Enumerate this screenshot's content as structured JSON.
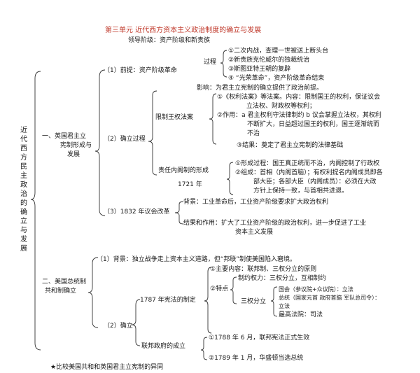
{
  "title": "第三单元  近代西方资本主义政治制度的确立与发展",
  "left_vertical": "近代西方民主政治的确立与发展",
  "s1": {
    "label_l1": "一、英国君主立",
    "label_l2": "宪制形成与",
    "label_l3": "发展",
    "premise_label": "（1）前提：资产阶级革命",
    "leaders": "领导阶级：资产阶级和新贵族",
    "process_label": "过程",
    "process": [
      "①二次内战，查理一世被送上断头台",
      "②新贵族克伦威尔的独裁统治",
      "③斯图亚特王朝的复辟",
      "④ “光荣革命”，资产阶级革命结束"
    ],
    "influence": "影响：为君主立宪制的确立提供了政治前提。",
    "establish_label": "（2）确立过程",
    "limit_label": "限制王权法案",
    "bill_l1": "①《权利法案》等法案。内容：限制国王的权利，保证议会",
    "bill_l2": "立法权、财政权等权利；",
    "bill_l3": "②作用：a 君主权利守法律制约 b 议会掌握立法权，其权利",
    "bill_l4": "不断扩大，日益超过国王的权利，国王逐渐统而",
    "bill_l5": "不治",
    "bill_l6": "③结果：奠定了君主立宪制的法律基础",
    "cabinet_label": "责任内阁制的形成",
    "cabinet_year": "1721 年",
    "cab_l1": "①形成过程：国王真正统而不治，内阁控制了行政权",
    "cab_l2": "②组成：首相（内阁首脑）；有权利提名内阁成员即各",
    "cab_l3": "部大臣；各部大臣（内阁成员）：必须在大政",
    "cab_l4": "方针上保持一致，与首相共进退。",
    "reform_label": "（3）1832 年议会改革",
    "reform_bg": "背景：工业革命后，工业资产阶级要求扩大政治权利",
    "reform_res_l1": "结果和作用：扩大了工业资产阶级的政治权利，进一步促进了工业",
    "reform_res_l2": "资本主义发展"
  },
  "s2": {
    "label_l1": "二、美国总统制",
    "label_l2": "共和制确立",
    "background": "（1）背景：独立战争走上资本主义道路，但“邦联”制使美国陷入窘境。",
    "establish_label": "（2）确立",
    "const_label": "1787 年宪法的制定",
    "main_content": "①主要内容：联邦制、三权分立的原则",
    "features_label": "②特点",
    "feature1": "制约权力：三权分立，互相制约",
    "sep_label": "三权分立",
    "sep1": "国会（参议院+众议院）：立法",
    "sep2": "总统（国家元首  政府首脑  军队总司令）：",
    "sep3": "立法",
    "sep4": "最高法院：司法",
    "fed_label": "联邦政府的成立",
    "fed1": "①1788 年 6 月，联邦宪法正式生效",
    "fed2": "②1789 年 1 月，华盛顿当选总统"
  },
  "footer": "★比较美国共和和英国君主立宪制的异同"
}
